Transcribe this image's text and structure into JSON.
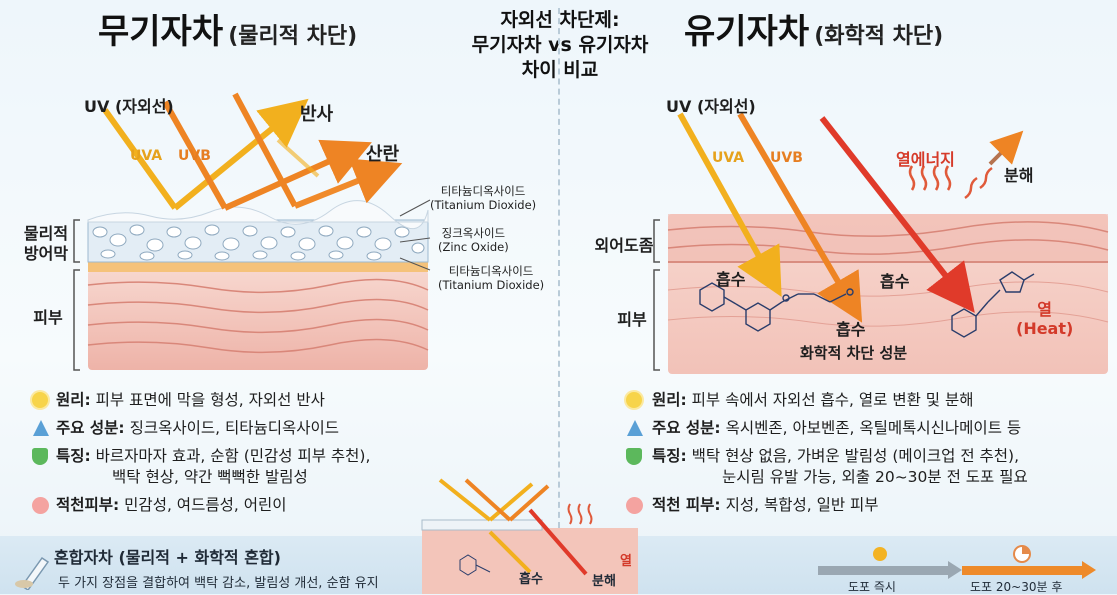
{
  "header": {
    "left_title": "무기자차",
    "left_sub": "(물리적 차단)",
    "center_line1": "자외선 차단제:",
    "center_line2": "무기자차 vs 유기자차",
    "center_line3": "차이 비교",
    "right_title": "유기자차",
    "right_sub": "(화학적 차단)"
  },
  "left_diagram": {
    "uv_label": "UV (자외선)",
    "uva": "UVA",
    "uvb": "UVB",
    "reflect": "반사",
    "scatter": "산란",
    "titanium_ko_1": "티타늄디옥사이드",
    "titanium_en_1": "(Titanium Dioxide)",
    "zinc_ko": "징크옥사이드",
    "zinc_en": "(Zinc Oxide)",
    "titanium_ko_2": "티타늄디옥사이드",
    "titanium_en_2": "(Titanium Dioxide)",
    "barrier_line1": "물리적",
    "barrier_line2": "방어막",
    "skin": "피부"
  },
  "right_diagram": {
    "uv_label": "UV (자외선)",
    "uva": "UVA",
    "uvb": "UVB",
    "heat_energy": "열에너지",
    "decompose": "분해",
    "epidermis": "외어도좀",
    "skin": "피부",
    "absorb1": "흡수",
    "absorb2": "흡수",
    "absorb3": "흡수",
    "heat_ko": "열",
    "heat_en": "(Heat)",
    "chem_label": "화학적 차단 성분"
  },
  "left_bullets": [
    {
      "title": "원리:",
      "text": " 피부 표면에 막을 형성, 자외선 반사"
    },
    {
      "title": "주요 성분:",
      "text": " 징크옥사이드, 티타늄디옥사이드"
    },
    {
      "title": "특징:",
      "text": " 바르자마자 효과, 순함 (민감성 피부 추천),",
      "text2": "백탁 현상, 약간 뻑뻑한 발림성"
    },
    {
      "title": "적천피부:",
      "text": " 민감성, 여드름성, 어린이"
    }
  ],
  "right_bullets": [
    {
      "title": "원리:",
      "text": " 피부 속에서 자외선 흡수, 열로 변환 및 분해"
    },
    {
      "title": "주요 성분:",
      "text": " 옥시벤존, 아보벤존, 옥틸메톡시신나메이트 등"
    },
    {
      "title": "특징:",
      "text": " 백탁 현상 없음, 가벼운 발림성 (메이크업 전 추천),",
      "text2": "눈시림 유발 가능, 외출 20~30분 전 도포 필요"
    },
    {
      "title": "적천 피부:",
      "text": " 지성, 복합성, 일반 피부"
    }
  ],
  "bottom": {
    "hybrid_title": "혼합자차 (물리적 + 화학적 혼합)",
    "hybrid_desc": "두 가지 장점을 결합하여 백탁 감소, 발림성 개선, 순함 유지",
    "absorb": "흡수",
    "heat": "열",
    "decompose": "분해",
    "apply_now": "도포 즉시",
    "apply_later": "도포 20~30분 후"
  },
  "colors": {
    "uva": "#f2b01e",
    "uvb": "#ee8424",
    "heat": "#e03a2a",
    "skin": "#f3c9bf",
    "barrier": "#dfeaf3"
  }
}
